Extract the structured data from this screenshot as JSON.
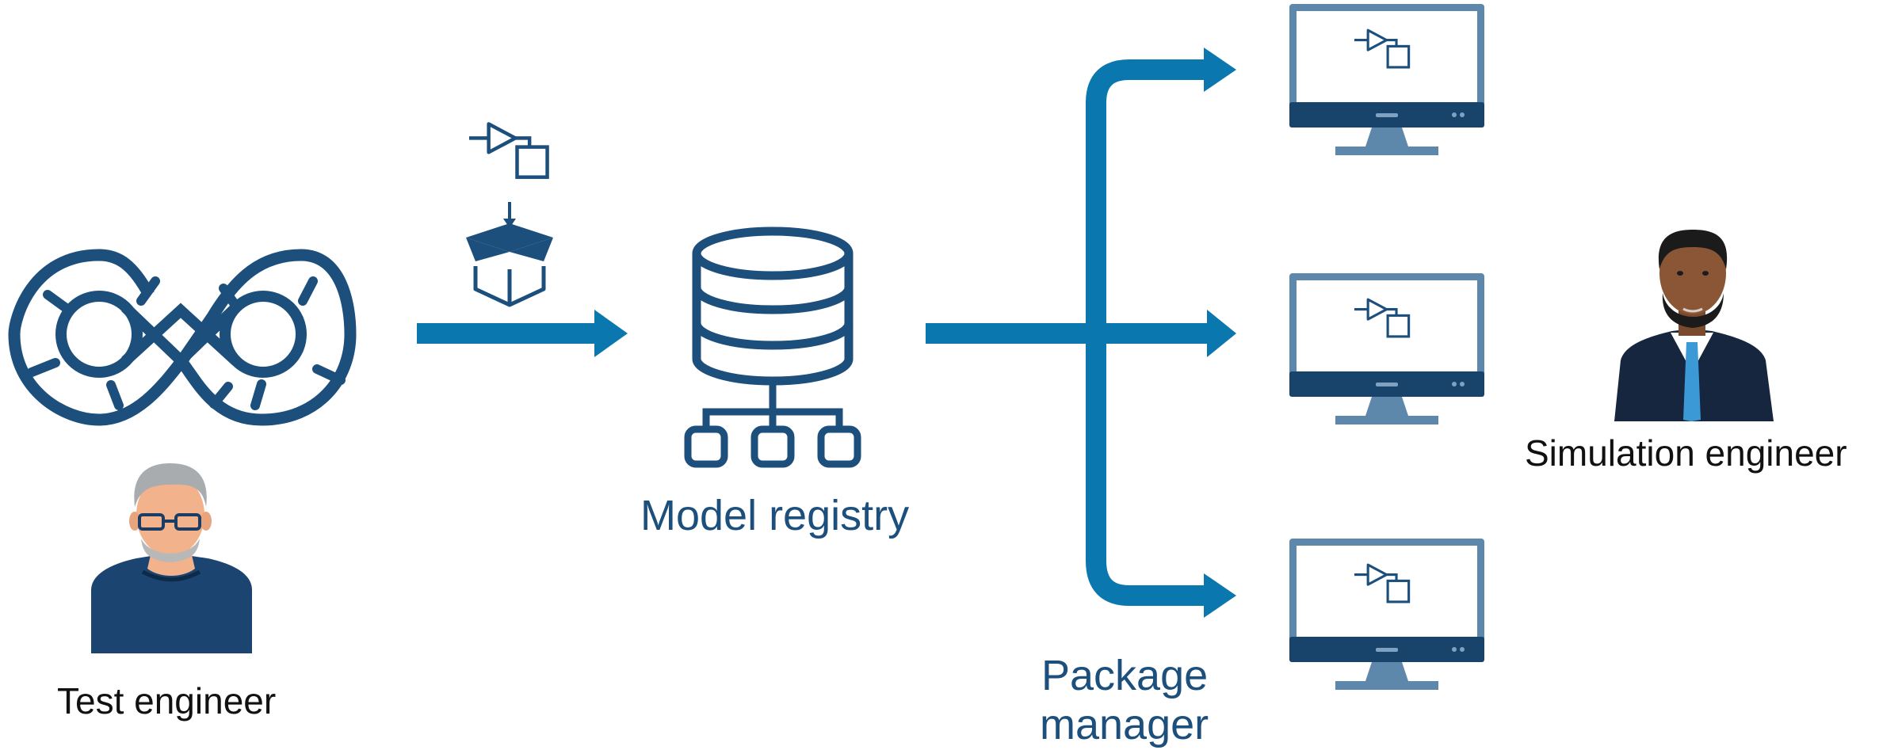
{
  "labels": {
    "test_engineer": "Test engineer",
    "model_registry": "Model registry",
    "package_manager_line1": "Package",
    "package_manager_line2": "manager",
    "simulation_engineer": "Simulation engineer"
  },
  "icons": {
    "devops": "infinity-loop-icon",
    "model_package": "model-package-icon",
    "registry": "database-registry-icon",
    "workstation": "monitor-with-model-icon",
    "test_engineer": "person-avatar",
    "simulation_engineer": "person-avatar"
  },
  "colors": {
    "primary_dark": "#1c4f7c",
    "arrow": "#0a78ae",
    "monitor_frame": "#5d87ab",
    "monitor_bar": "#18446c"
  }
}
